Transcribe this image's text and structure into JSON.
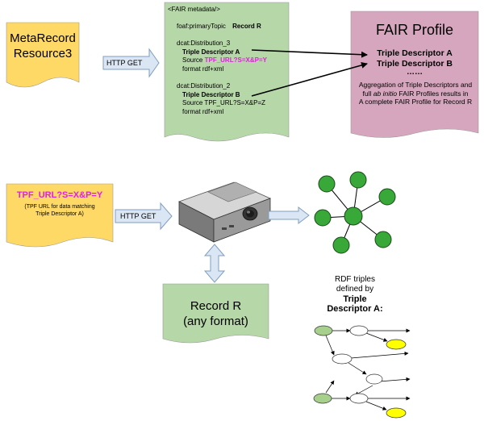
{
  "colors": {
    "doc_yellow": "#ffd966",
    "doc_green": "#b6d7a8",
    "doc_pink": "#d5a6bd",
    "arrow_fill": "#dbe6f4",
    "arrow_stroke": "#7f9fbf",
    "node_green": "#38a838",
    "node_stroke": "#1a4a1a",
    "graph_green": "#a8d08d",
    "graph_yellow": "#ffff00",
    "magenta": "#e020e0"
  },
  "top": {
    "metarecord": {
      "line1": "MetaRecord",
      "line2": "Resource3"
    },
    "http_get_top": "HTTP GET",
    "fair_metadata": {
      "header": "<FAIR metadata/>",
      "primary_topic": "foaf:primaryTopic",
      "record_r": "Record R",
      "dist3": "dcat:Distribution_3",
      "td_a": "Triple Descriptor A",
      "source_label": "Source",
      "source_a": "TPF_URL?S=X&P=Y",
      "format_a": "format  rdf+xml",
      "dist2": "dcat:Distribution_2",
      "td_b": "Triple Descriptor B",
      "source_b": "Source TPF_URL?S=X&P=Z",
      "format_b": "format  rdf+xml"
    },
    "fair_profile": {
      "title": "FAIR Profile",
      "td_a": "Triple Descriptor A",
      "td_b": "Triple Descriptor B",
      "ellipsis": "……",
      "desc1": "Aggregation of Triple Descriptors and",
      "desc2_pre": "full",
      "desc2_em": "ab initio",
      "desc2_post": "FAIR Profiles results in",
      "desc3": "A complete FAIR Profile for Record R"
    }
  },
  "bottom": {
    "tpf": {
      "url": "TPF_URL?S=X&P=Y",
      "note1": "(TPF URL for data matching",
      "note2": "Triple Descriptor A)"
    },
    "http_get_bottom": "HTTP GET",
    "record_box": {
      "line1": "Record R",
      "line2": "(any format)"
    },
    "rdf_caption": {
      "line1": "RDF triples",
      "line2": "defined by",
      "line3": "Triple",
      "line4": "Descriptor A:"
    }
  }
}
